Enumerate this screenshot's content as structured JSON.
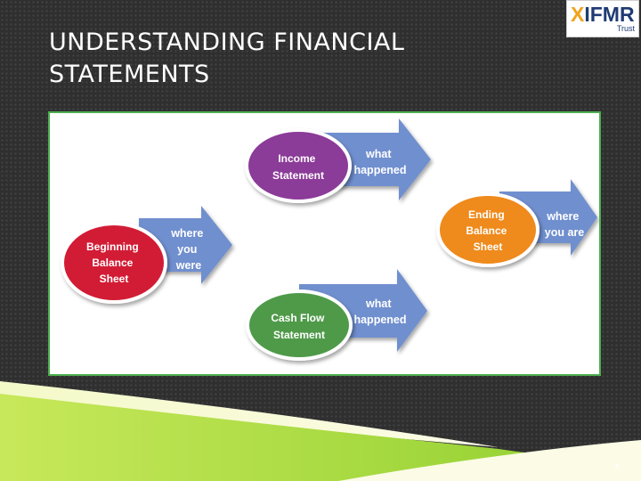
{
  "slide": {
    "title_line1": "UNDERSTANDING FINANCIAL",
    "title_line2": "STATEMENTS",
    "page_number": "4"
  },
  "logo": {
    "mark_x": "X",
    "mark_text": "IFMR",
    "sub_text": "Trust"
  },
  "diagram": {
    "nodes": {
      "beginning": {
        "line1": "Beginning",
        "line2": "Balance",
        "line3": "Sheet",
        "color": "#d21f34"
      },
      "income": {
        "line1": "Income",
        "line2": "Statement",
        "color": "#8b3a98"
      },
      "cashflow": {
        "line1": "Cash Flow",
        "line2": "Statement",
        "color": "#4f9a4a"
      },
      "ending": {
        "line1": "Ending",
        "line2": "Balance",
        "line3": "Sheet",
        "color": "#ef8a1f"
      }
    },
    "arrows": {
      "beginning": {
        "line1": "where",
        "line2": "you",
        "line3": "were"
      },
      "income": {
        "line1": "what",
        "line2": "happened"
      },
      "cashflow": {
        "line1": "what",
        "line2": "happened"
      },
      "ending": {
        "line1": "where",
        "line2": "you are"
      }
    },
    "arrow_color": "#6f8fcf"
  }
}
